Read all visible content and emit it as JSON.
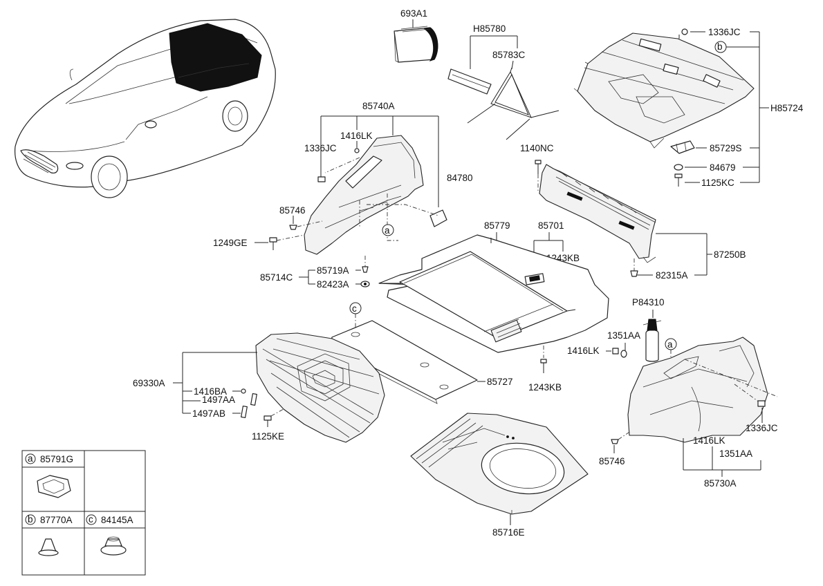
{
  "labels": {
    "p693A1": "693A1",
    "h85780": "H85780",
    "p85783C": "85783C",
    "p1336JC_top": "1336JC",
    "h85724": "H85724",
    "p85729S": "85729S",
    "p84679": "84679",
    "p1125KC": "1125KC",
    "p1140NC": "1140NC",
    "p85740A": "85740A",
    "p1416LK_left": "1416LK",
    "p1336JC_left": "1336JC",
    "p84780": "84780",
    "p85746_left": "85746",
    "p1249GE": "1249GE",
    "p85719A": "85719A",
    "p85714C": "85714C",
    "p82423A": "82423A",
    "p85779": "85779",
    "p85701": "85701",
    "p1243KB_top": "1243KB",
    "p87250B": "87250B",
    "p82315A": "82315A",
    "p85727": "85727",
    "p1243KB_bottom": "1243KB",
    "p69330A": "69330A",
    "p1416BA": "1416BA",
    "p1497AA": "1497AA",
    "p1497AB": "1497AB",
    "p1125KE": "1125KE",
    "pP84310": "P84310",
    "p1351AA_top": "1351AA",
    "p1416LK_right": "1416LK",
    "p1336JC_right": "1336JC",
    "p1416LK_bottom": "1416LK",
    "p1351AA_bottom": "1351AA",
    "p85746_right": "85746",
    "p85730A": "85730A",
    "p85716E": "85716E"
  },
  "callouts": {
    "a": "a",
    "b": "b",
    "c": "c"
  },
  "legend": {
    "a_part": "85791G",
    "b_part": "87770A",
    "c_part": "84145A"
  }
}
